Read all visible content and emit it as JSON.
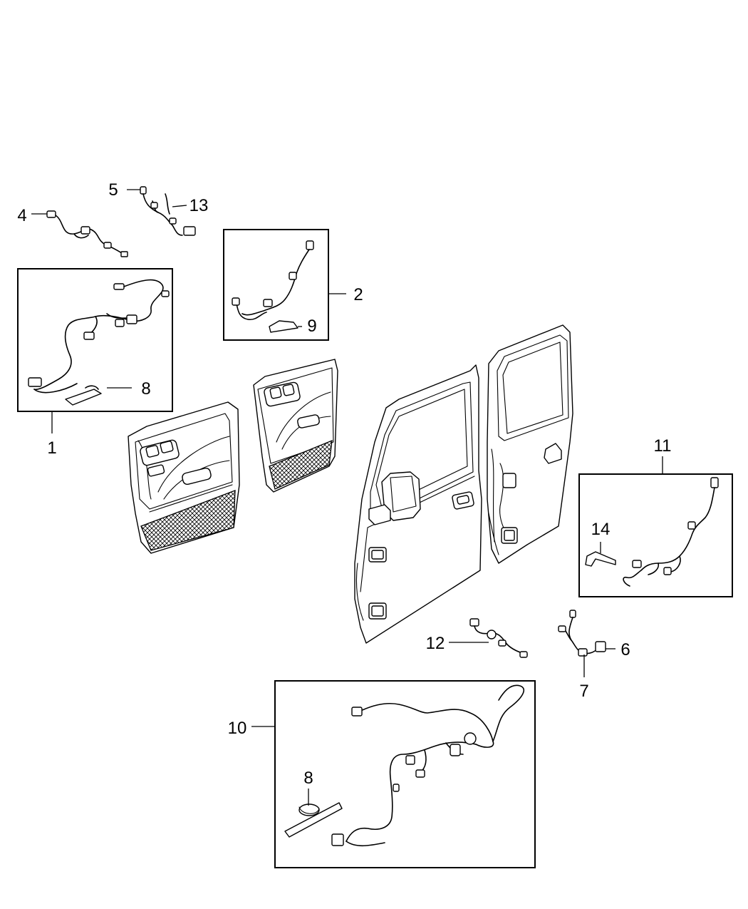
{
  "callouts": {
    "c1": "1",
    "c2": "2",
    "c4": "4",
    "c5": "5",
    "c6": "6",
    "c7": "7",
    "c8a": "8",
    "c8b": "8",
    "c9": "9",
    "c10": "10",
    "c11": "11",
    "c12": "12",
    "c13": "13",
    "c14": "14"
  }
}
